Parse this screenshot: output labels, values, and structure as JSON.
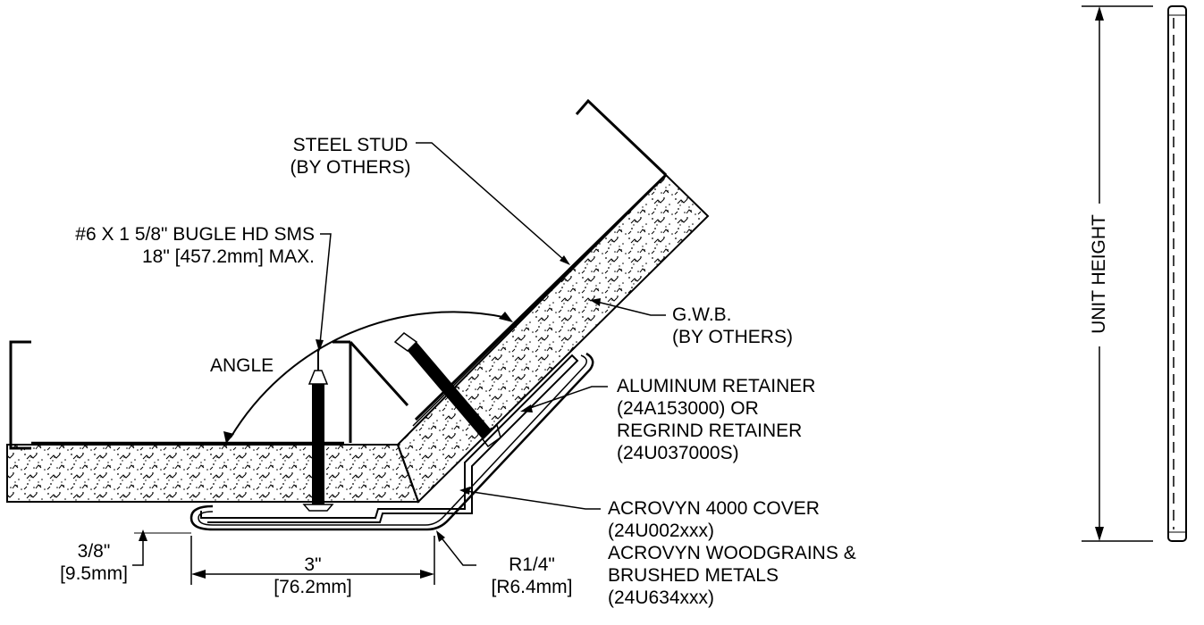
{
  "labels": {
    "steel_stud": [
      "STEEL STUD",
      "(BY OTHERS)"
    ],
    "screw": [
      "#6 X 1 5/8\" BUGLE HD SMS",
      "18\" [457.2mm] MAX."
    ],
    "angle": "ANGLE",
    "gwb": [
      "G.W.B.",
      "(BY OTHERS)"
    ],
    "retainer": [
      "ALUMINUM RETAINER",
      "(24A153000) OR",
      "REGRIND RETAINER",
      "(24U037000S)"
    ],
    "cover": [
      "ACROVYN 4000 COVER",
      "(24U002xxx)",
      "ACROVYN WOODGRAINS &",
      "BRUSHED METALS",
      "(24U634xxx)"
    ],
    "dim_thickness": [
      "3/8\"",
      "[9.5mm]"
    ],
    "dim_leg": [
      "3\"",
      "[76.2mm]"
    ],
    "dim_radius": [
      "R1/4\"",
      "[R6.4mm]"
    ],
    "unit_height": "UNIT HEIGHT"
  },
  "colors": {
    "line": "#000000",
    "background": "#ffffff"
  }
}
